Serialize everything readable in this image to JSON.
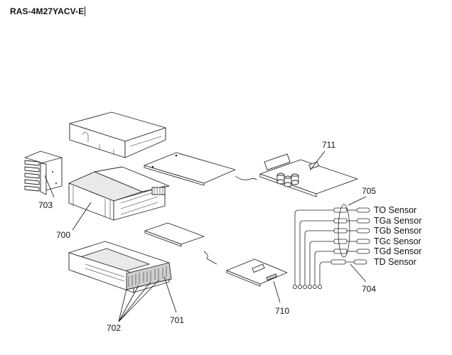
{
  "model": "RAS-4M27YACV-E",
  "parts": {
    "p700": "700",
    "p701": "701",
    "p702": "702",
    "p703": "703",
    "p704": "704",
    "p705": "705",
    "p710": "710",
    "p711": "711"
  },
  "sensors": [
    "TO Sensor",
    "TGa Sensor",
    "TGb Sensor",
    "TGc Sensor",
    "TGd Sensor",
    "TD Sensor"
  ]
}
